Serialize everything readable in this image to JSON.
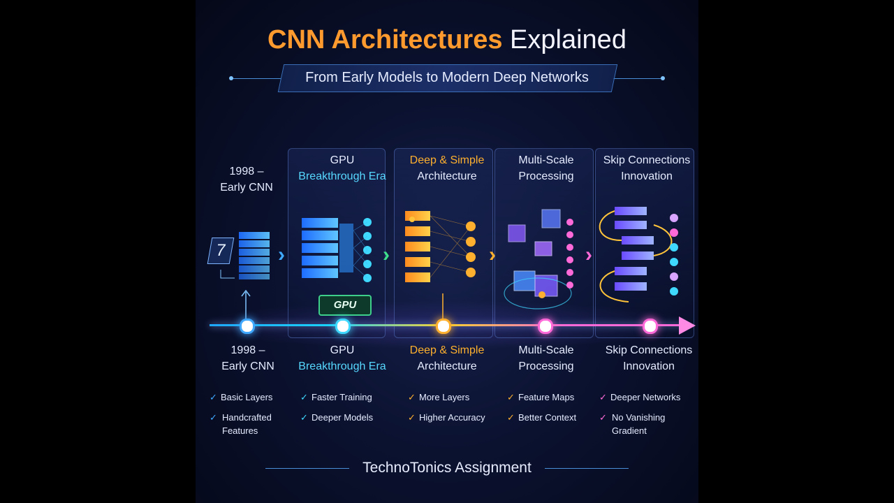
{
  "header": {
    "title_highlight": "CNN Architectures",
    "title_rest": "Explained",
    "subtitle": "From Early Models to Modern Deep Networks"
  },
  "colors": {
    "orange": "#ff9a2e",
    "cyan": "#3fd9ff",
    "yellow": "#ffb02e",
    "pink": "#ff6ad8",
    "text": "#e6ecff"
  },
  "stages": [
    {
      "head_line1": "1998 –",
      "head_line2": "Early CNN",
      "label_line1": "1998 –",
      "label_line2": "Early CNN",
      "bullets": [
        "Basic Layers",
        "Handcrafted\nFeatures"
      ],
      "icon": "input-digit-stack-icon"
    },
    {
      "head_line1": "GPU",
      "head_line2": "Breakthrough Era",
      "label_line1": "GPU",
      "label_line2": "Breakthrough Era",
      "bullets": [
        "Faster Training",
        "Deeper Models"
      ],
      "chip_label": "GPU",
      "icon": "gpu-network-icon"
    },
    {
      "head_line1": "Deep & Simple",
      "head_line2": "Architecture",
      "label_line1": "Deep & Simple",
      "label_line2": "Architecture",
      "bullets": [
        "More Layers",
        "Higher Accuracy"
      ],
      "icon": "deep-layers-icon"
    },
    {
      "head_line1": "Multi-Scale",
      "head_line2": "Processing",
      "label_line1": "Multi-Scale",
      "label_line2": "Processing",
      "bullets": [
        "Feature Maps",
        "Better Context"
      ],
      "icon": "multiscale-cubes-icon"
    },
    {
      "head_line1": "Skip Connections",
      "head_line2": "Innovation",
      "label_line1": "Skip Connections",
      "label_line2": "Innovation",
      "bullets": [
        "Deeper Networks",
        "No Vanishing\nGradient"
      ],
      "icon": "skip-connection-icon"
    }
  ],
  "input_digit": "7",
  "footer": "TechnoTonics Assignment"
}
